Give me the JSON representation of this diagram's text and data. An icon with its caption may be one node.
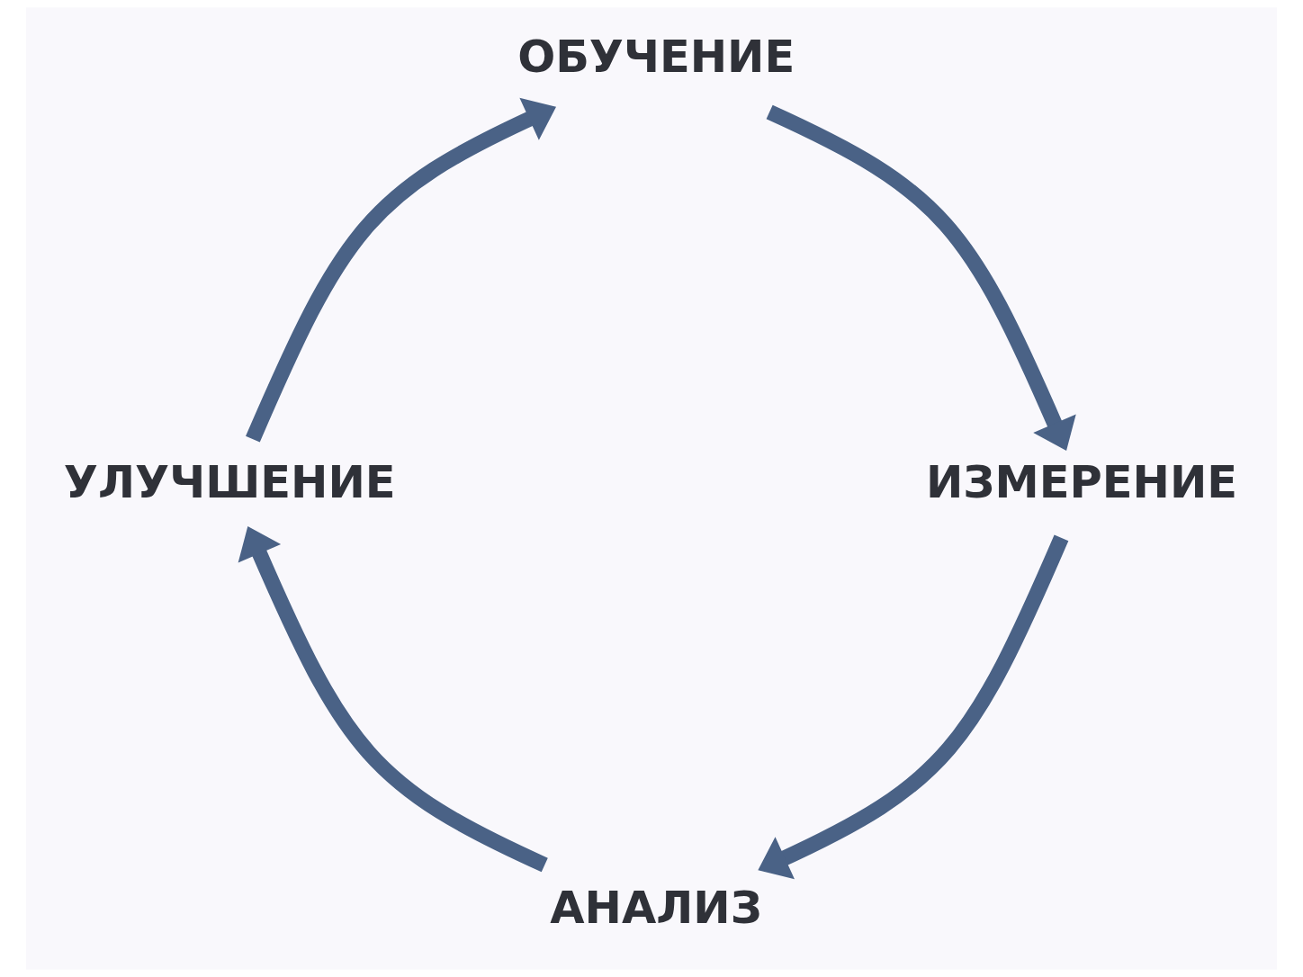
{
  "diagram": {
    "nodes": [
      {
        "text": [
          "ОБУЧЕНИЕ"
        ]
      },
      {
        "text": [
          "УЛУЧШЕНИЕ"
        ]
      },
      {
        "text": [
          "ИЗМЕРЕНИЕ"
        ]
      },
      {
        "text": [
          "АНАЛИЗ"
        ]
      }
    ],
    "edges": [
      {
        "from": 0,
        "to": 2,
        "arrow": "to"
      },
      {
        "from": 2,
        "to": 3,
        "arrow": "to"
      },
      {
        "from": 3,
        "to": 1,
        "arrow": "to"
      },
      {
        "from": 1,
        "to": 0,
        "arrow": "to"
      }
    ]
  }
}
